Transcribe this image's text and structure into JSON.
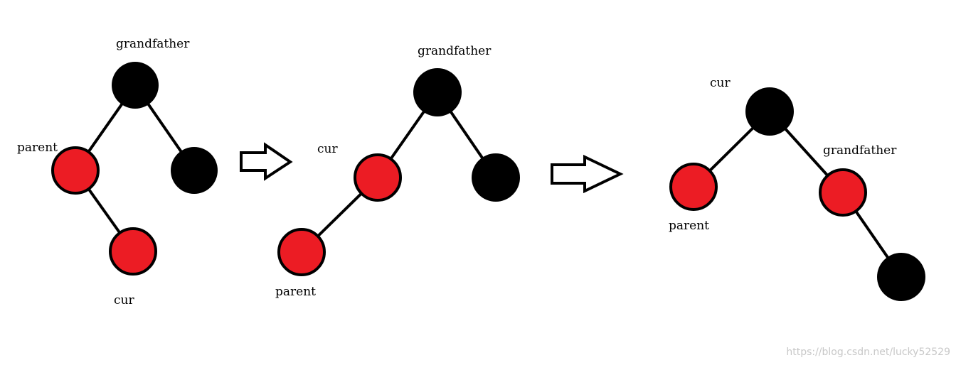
{
  "colors": {
    "red_node": "#ec1c24",
    "black_node": "#000000",
    "edge": "#000000",
    "arrow_fill": "#ffffff",
    "watermark": "#c8c8c8"
  },
  "diagrams": [
    {
      "labels": {
        "grandfather": "grandfather",
        "parent": "parent",
        "cur": "cur"
      }
    },
    {
      "labels": {
        "grandfather": "grandfather",
        "cur": "cur",
        "parent": "parent"
      }
    },
    {
      "labels": {
        "cur": "cur",
        "grandfather": "grandfather",
        "parent": "parent"
      }
    }
  ],
  "watermark": "https://blog.csdn.net/lucky52529"
}
